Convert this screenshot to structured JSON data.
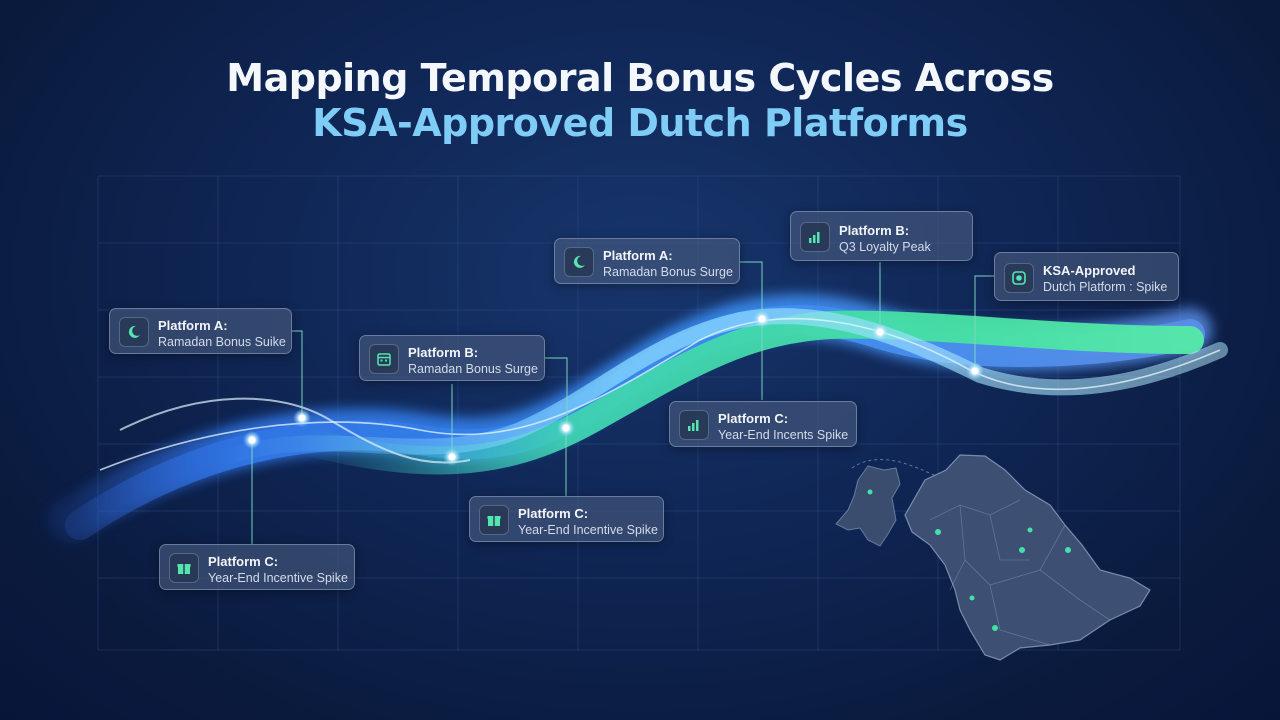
{
  "title": {
    "line1": "Mapping Temporal Bonus Cycles Across",
    "line2": "KSA-Approved Dutch Platforms"
  },
  "colors": {
    "background": "#0f2553",
    "accent_blue": "#7fcdf6",
    "wave_blue": "#3b82e6",
    "wave_green": "#45e0a6"
  },
  "callouts": [
    {
      "title": "Platform A:",
      "subtitle": "Ramadan Bonus Suike",
      "icon": "moon-icon"
    },
    {
      "title": "Platform B:",
      "subtitle": "Ramadan Bonus Surge",
      "icon": "calendar-icon"
    },
    {
      "title": "Platform C:",
      "subtitle": "Year-End Incentive Spike",
      "icon": "gift-icon"
    },
    {
      "title": "Platform C:",
      "subtitle": "Year-End Incentive Spike",
      "icon": "gift-icon"
    },
    {
      "title": "Platform A:",
      "subtitle": "Ramadan Bonus Surge",
      "icon": "moon-icon"
    },
    {
      "title": "Platform C:",
      "subtitle": "Year-End Incents Spike",
      "icon": "bar-chart-icon"
    },
    {
      "title": "Platform B:",
      "subtitle": "Q3 Loyalty Peak",
      "icon": "bar-chart-icon"
    },
    {
      "title": "KSA-Approved",
      "subtitle": "Dutch Platform : Spike",
      "icon": "badge-icon"
    }
  ]
}
